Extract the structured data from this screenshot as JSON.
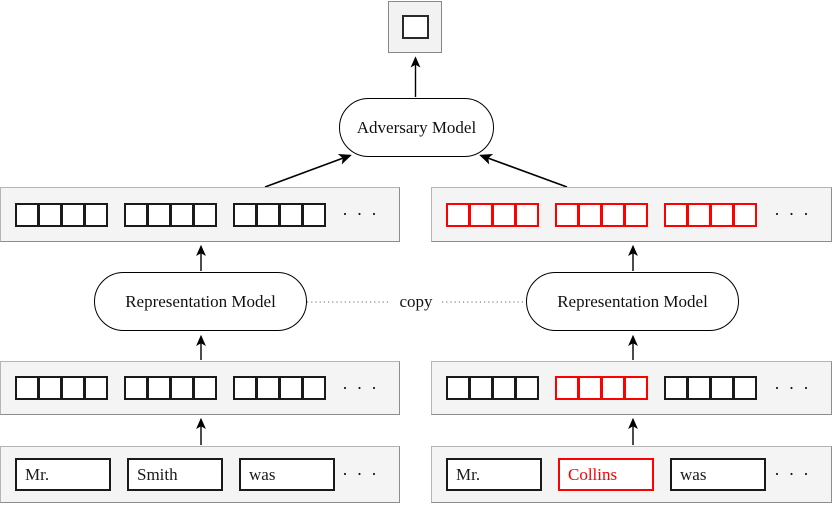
{
  "diagram": {
    "adversary_label": "Adversary Model",
    "representation_left_label": "Representation Model",
    "representation_right_label": "Representation Model",
    "copy_label": "copy",
    "ellipsis": "· · ·",
    "colors": {
      "black": "#1a1a1a",
      "red": "#ff0000",
      "panel_bg": "#f4f4f4",
      "panel_border": "#8d8d8d"
    },
    "panels": {
      "left_repr_output": {
        "cells_per_group": 4,
        "groups": [
          "black",
          "black",
          "black"
        ]
      },
      "right_repr_output": {
        "cells_per_group": 4,
        "groups": [
          "red",
          "red",
          "red"
        ]
      },
      "left_embedding": {
        "cells_per_group": 4,
        "groups": [
          "black",
          "black",
          "black"
        ]
      },
      "right_embedding": {
        "cells_per_group": 4,
        "groups": [
          "black",
          "red",
          "black"
        ]
      },
      "left_tokens": {
        "tokens": [
          {
            "text": "Mr.",
            "color": "black"
          },
          {
            "text": "Smith",
            "color": "black"
          },
          {
            "text": "was",
            "color": "black"
          }
        ]
      },
      "right_tokens": {
        "tokens": [
          {
            "text": "Mr.",
            "color": "black"
          },
          {
            "text": "Collins",
            "color": "red"
          },
          {
            "text": "was",
            "color": "black"
          }
        ]
      }
    }
  }
}
